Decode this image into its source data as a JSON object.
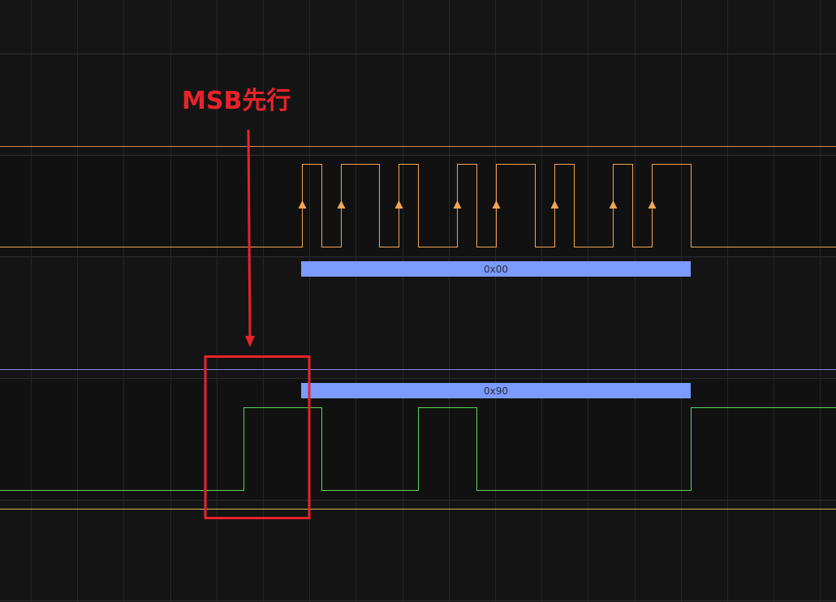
{
  "annotation": {
    "text": "MSB先行",
    "color": "#e8232a"
  },
  "channels": {
    "clk": {
      "color": "#f2a654"
    },
    "data": {
      "color": "#5fd35f"
    },
    "separator_upper": {
      "color": "#c98a5a"
    },
    "separator_middle": {
      "color": "#8a86d8"
    },
    "separator_lower": {
      "color": "#d8c05a"
    }
  },
  "decoders": [
    {
      "label": "0x00",
      "color": "#7b9bff"
    },
    {
      "label": "0x90",
      "color": "#7b9bff"
    }
  ],
  "colors": {
    "background": "#141414",
    "lane_background": "#111111",
    "grid": "#2a2a2a",
    "lane_border": "#2e2e2e"
  }
}
